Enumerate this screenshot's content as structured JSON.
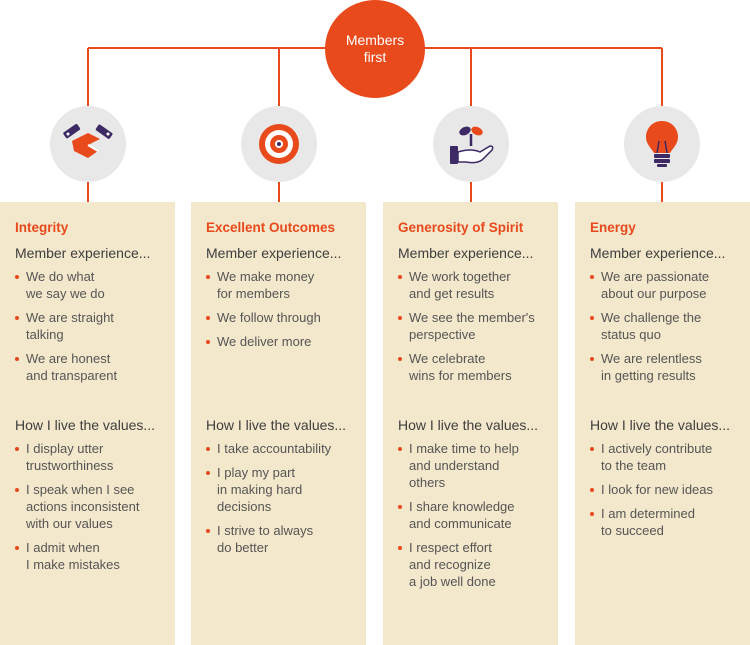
{
  "hub": {
    "line1": "Members",
    "line2": "first"
  },
  "colors": {
    "accent": "#e84a1c",
    "card_bg": "#f4e8cc",
    "icon_bg": "#e8e8e8",
    "dark_purple": "#3d2a64"
  },
  "sections": [
    {
      "title": "Integrity",
      "icon": "handshake-icon",
      "experience_title": "Member experience...",
      "experience": [
        "We do what\nwe say we do",
        "We are straight\ntalking",
        "We are honest\nand transparent"
      ],
      "live_title": "How I live the values...",
      "live": [
        "I display utter\ntrustworthiness",
        "I speak when I see\nactions inconsistent\nwith our values",
        "I admit when\nI make mistakes"
      ]
    },
    {
      "title": "Excellent Outcomes",
      "icon": "target-icon",
      "experience_title": "Member experience...",
      "experience": [
        "We make money\nfor members",
        "We follow through",
        "We deliver more"
      ],
      "live_title": "How I live the values...",
      "live": [
        "I take accountability",
        "I play my part\nin making hard\ndecisions",
        "I strive to always\ndo better"
      ]
    },
    {
      "title": "Generosity of Spirit",
      "icon": "sprout-in-hand-icon",
      "experience_title": "Member experience...",
      "experience": [
        "We work together\nand get results",
        "We see the member's\nperspective",
        "We celebrate\nwins for members"
      ],
      "live_title": "How I live the values...",
      "live": [
        "I make time to help\nand understand\nothers",
        "I share knowledge\nand communicate",
        "I respect effort\nand recognize\na job well done"
      ]
    },
    {
      "title": "Energy",
      "icon": "lightbulb-icon",
      "experience_title": "Member experience...",
      "experience": [
        "We are passionate\nabout our purpose",
        "We challenge the\nstatus quo",
        "We are relentless\nin getting results"
      ],
      "live_title": "How I live the values...",
      "live": [
        "I actively contribute\nto the team",
        "I look for new ideas",
        "I am determined\nto succeed"
      ]
    }
  ]
}
